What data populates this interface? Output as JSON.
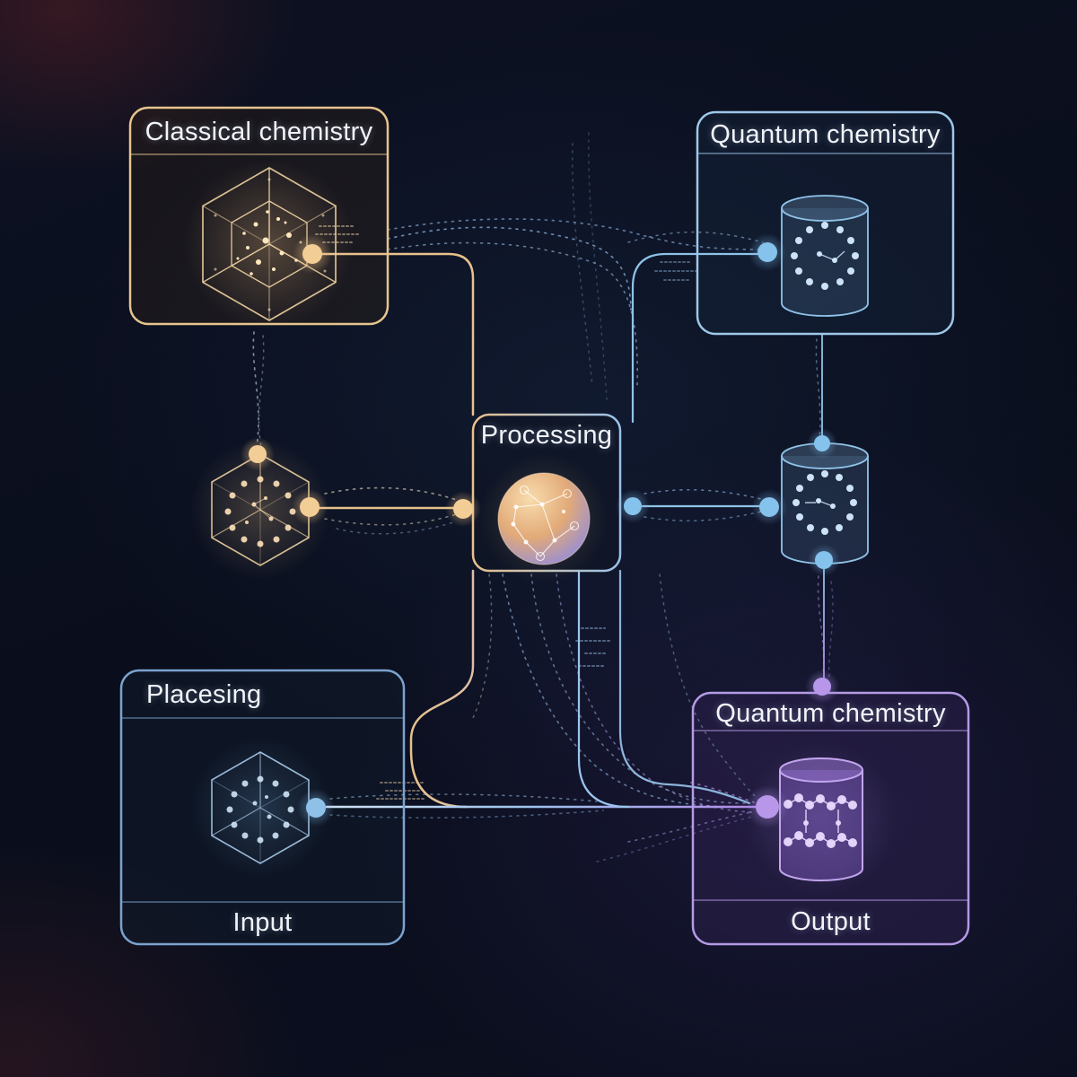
{
  "nodes": {
    "classical": {
      "title": "Classical chemistry",
      "icon": "nested-cube-icon"
    },
    "quantum_top": {
      "title": "Quantum chemistry",
      "icon": "molecule-cylinder-icon"
    },
    "processing": {
      "title": "Processing",
      "icon": "molecule-sphere-icon"
    },
    "input": {
      "title": "Placesing",
      "footer": "Input",
      "icon": "molecule-cube-icon"
    },
    "output": {
      "title": "Quantum chemistry",
      "footer": "Output",
      "icon": "molecule-barrel-icon"
    },
    "mid_left": {
      "icon": "molecule-cube-icon"
    },
    "mid_right": {
      "icon": "molecule-cylinder-icon"
    }
  },
  "colors": {
    "background": "#0a0e1a",
    "classical_accent": "#e6c48e",
    "quantum_accent": "#93c4ea",
    "input_accent": "#7ca6d2",
    "output_accent": "#b59ce6",
    "particle_stream": "#8fb6e4",
    "text": "#f1f4f9"
  }
}
